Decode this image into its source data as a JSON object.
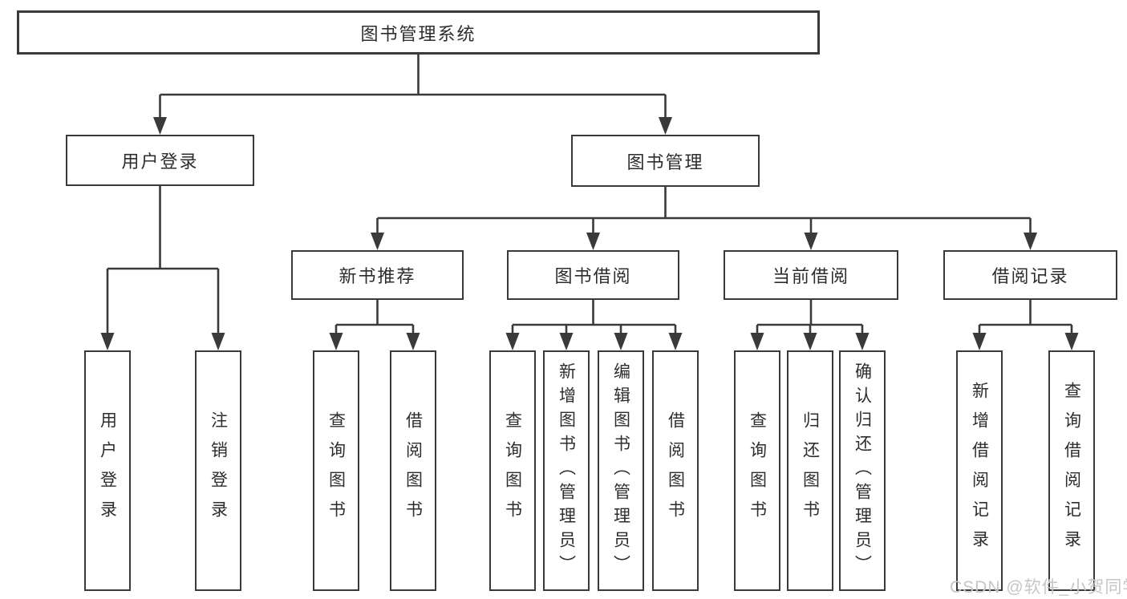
{
  "diagram": {
    "root": {
      "label": "图书管理系统"
    },
    "branches": [
      {
        "label": "用户登录",
        "children": [
          {
            "label": "用户登录"
          },
          {
            "label": "注销登录"
          }
        ]
      },
      {
        "label": "图书管理",
        "sections": [
          {
            "label": "新书推荐",
            "children": [
              {
                "label": "查询图书"
              },
              {
                "label": "借阅图书"
              }
            ]
          },
          {
            "label": "图书借阅",
            "children": [
              {
                "label": "查询图书"
              },
              {
                "label": "新增图书（管理员）"
              },
              {
                "label": "编辑图书（管理员）"
              },
              {
                "label": "借阅图书"
              }
            ]
          },
          {
            "label": "当前借阅",
            "children": [
              {
                "label": "查询图书"
              },
              {
                "label": "归还图书"
              },
              {
                "label": "确认归还（管理员）"
              }
            ]
          },
          {
            "label": "借阅记录",
            "children": [
              {
                "label": "新增借阅记录"
              },
              {
                "label": "查询借阅记录"
              }
            ]
          }
        ]
      }
    ]
  },
  "watermark": {
    "text": "CSDN @软件_小贺同学"
  },
  "colors": {
    "border": "#3a3a3a",
    "connector": "#3a3a3a",
    "text": "#2d2d2d",
    "watermark": "#c6c6c6",
    "background": "#ffffff"
  }
}
